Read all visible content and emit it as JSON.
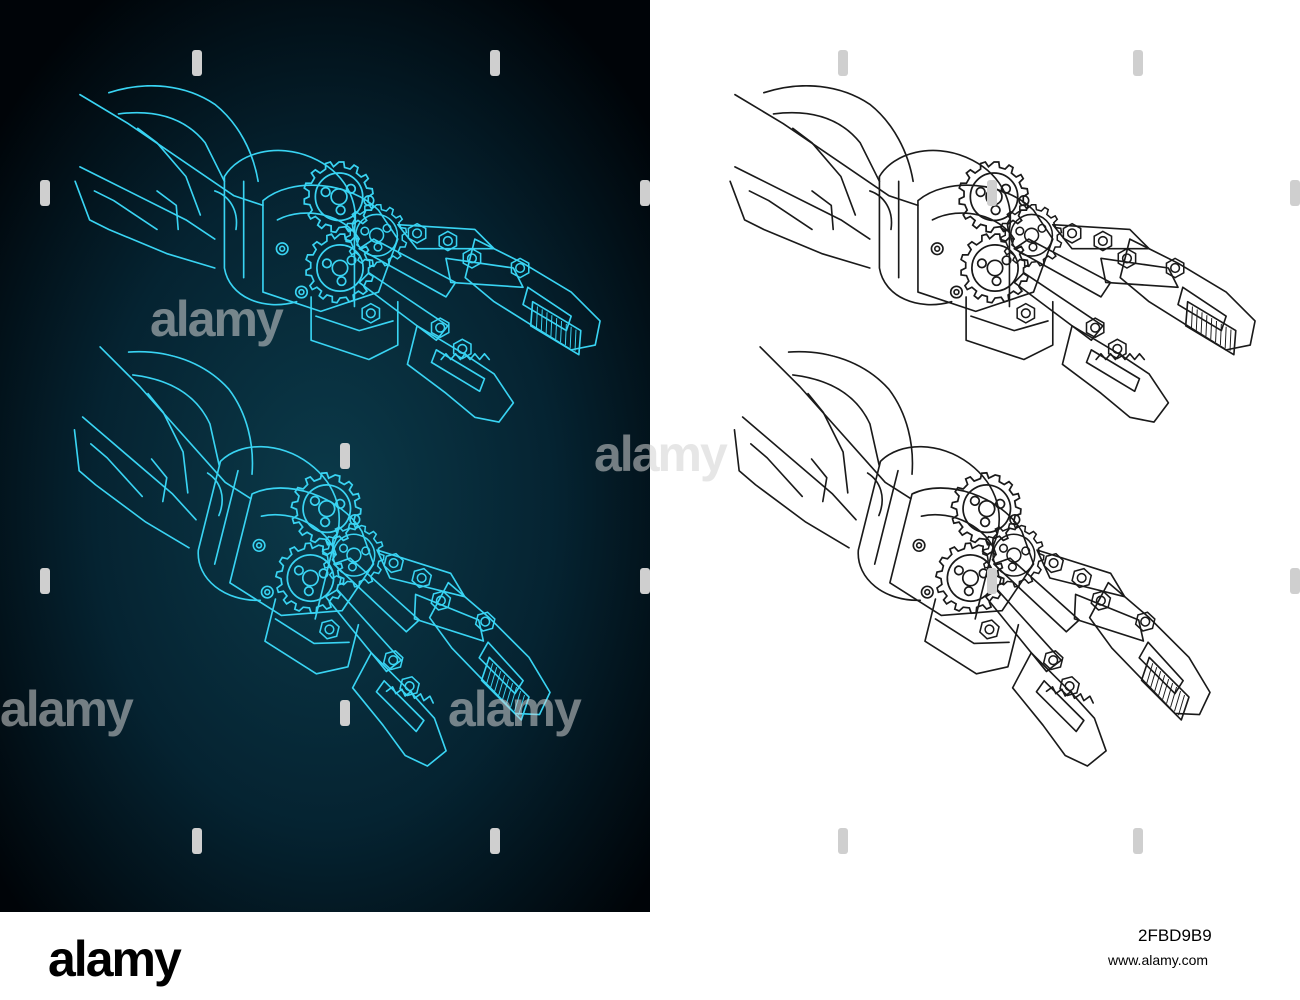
{
  "watermark": {
    "text": "alamy",
    "color": "#cfcfcf"
  },
  "footer": {
    "logo": "alamy",
    "image_id": "2FBD9B9",
    "url": "www.alamy.com"
  },
  "colors": {
    "blueprint_bg": "#001016",
    "blueprint_line": "#39d4f3",
    "drawing_bg": "#ffffff",
    "drawing_line": "#1a1a1a"
  },
  "panels": [
    {
      "name": "blueprint-panel",
      "style": "blueprint",
      "content": "robotic-gripper-isometric-drawings"
    },
    {
      "name": "line-drawing-panel",
      "style": "line-drawing",
      "content": "robotic-gripper-isometric-drawings"
    }
  ]
}
